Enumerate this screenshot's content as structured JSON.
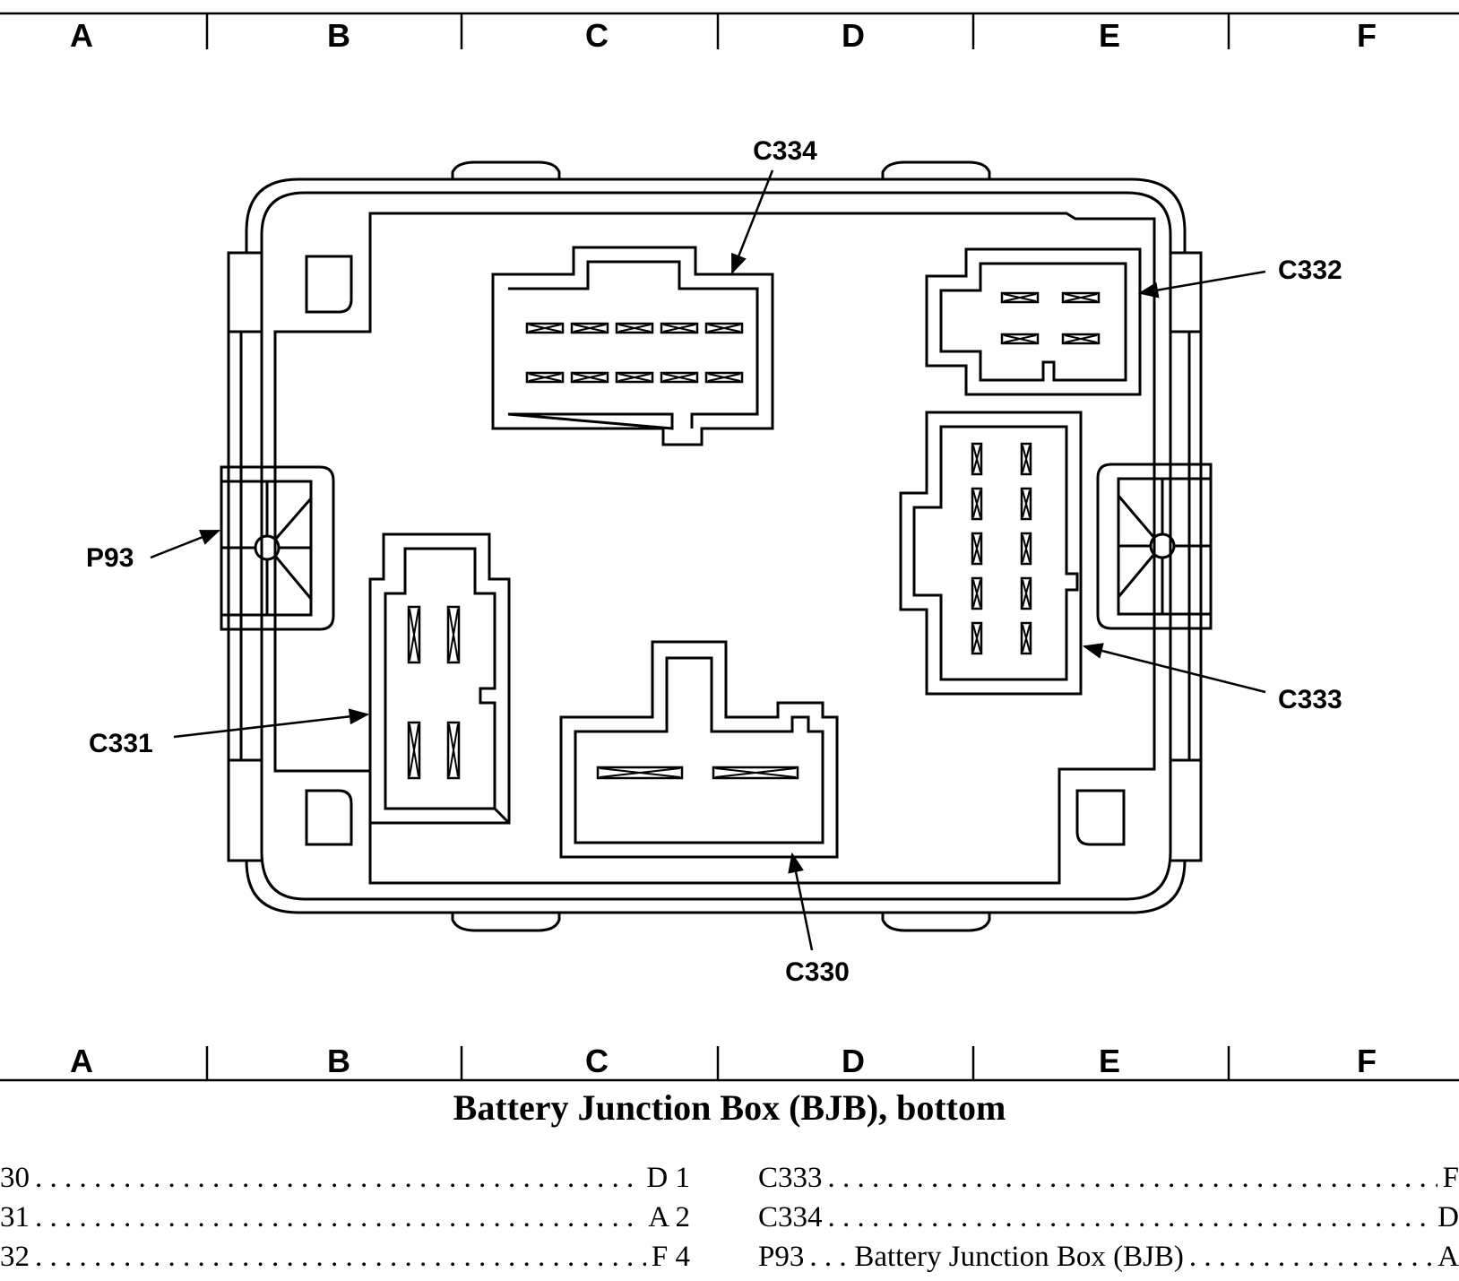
{
  "grid": {
    "columns_top": [
      "A",
      "B",
      "C",
      "D",
      "E",
      "F"
    ],
    "columns_bottom": [
      "A",
      "B",
      "C",
      "D",
      "E",
      "F"
    ]
  },
  "callouts": {
    "c334": "C334",
    "c332": "C332",
    "p93": "P93",
    "c333": "C333",
    "c331": "C331",
    "c330": "C330"
  },
  "caption": "Battery Junction Box (BJB), bottom",
  "index_left": [
    {
      "code": "30",
      "location": "D 1"
    },
    {
      "code": "31",
      "location": "A 2"
    },
    {
      "code": "32",
      "location": "F 4"
    }
  ],
  "index_right": [
    {
      "code": "C333",
      "description": "",
      "location": "F"
    },
    {
      "code": "C334",
      "description": "",
      "location": "D"
    },
    {
      "code": "P93",
      "description": "Battery Junction Box (BJB)",
      "location": "A"
    }
  ]
}
